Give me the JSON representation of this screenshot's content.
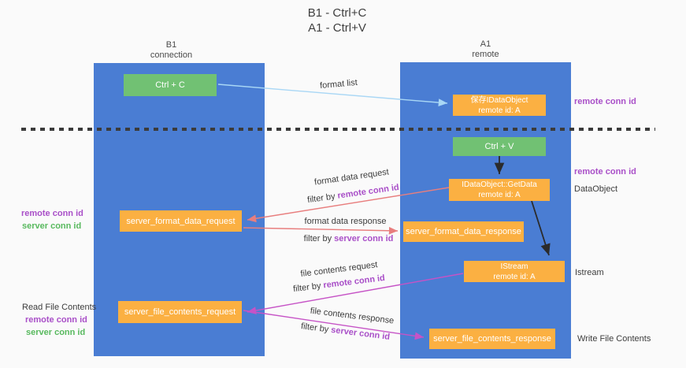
{
  "title": {
    "line1": "B1 - Ctrl+C",
    "line2": "A1 - Ctrl+V"
  },
  "lanes": {
    "left": {
      "name": "B1",
      "role": "connection"
    },
    "right": {
      "name": "A1",
      "role": "remote"
    }
  },
  "boxes": {
    "ctrl_c": {
      "label": "Ctrl + C"
    },
    "save_idataobject": {
      "line1": "保存IDataObject",
      "line2": "remote id: A"
    },
    "ctrl_v": {
      "label": "Ctrl + V"
    },
    "getdata": {
      "line1": "IDataObject::GetData",
      "line2": "remote id: A"
    },
    "format_request": {
      "label": "server_format_data_request"
    },
    "format_response": {
      "label": "server_format_data_response"
    },
    "istream": {
      "line1": "IStream",
      "line2": "remote id: A"
    },
    "file_request": {
      "label": "server_file_contents_request"
    },
    "file_response": {
      "label": "server_file_contents_response"
    }
  },
  "side_labels": {
    "top_right_conn": "remote conn id",
    "mid_right_conn": "remote conn id",
    "dataobject": "DataObject",
    "istream": "Istream",
    "write_file": "Write File Contents",
    "read_file": "Read File Contents",
    "left_mid_remote": "remote conn id",
    "left_mid_server": "server conn id",
    "left_bottom_remote": "remote conn id",
    "left_bottom_server": "server conn id"
  },
  "arrow_labels": {
    "format_list": "format list",
    "format_request": "format data request",
    "format_request_filter_prefix": "filter by ",
    "format_request_filter_key": "remote conn id",
    "format_response": "format data response",
    "format_response_filter_prefix": "filter by ",
    "format_response_filter_key": "server conn id",
    "file_request": "file contents request",
    "file_request_filter_prefix": "filter by ",
    "file_request_filter_key": "remote conn id",
    "file_response": "file contents response",
    "file_response_filter_prefix": "filter by ",
    "file_response_filter_key": "server conn id"
  },
  "colors": {
    "lane_blue": "#4a7dd3",
    "box_green": "#71c173",
    "box_orange": "#fbb042",
    "purple_text": "#a94fc8",
    "green_text": "#58b95e",
    "salmon_arrow": "#e87e7e",
    "magenta_arrow": "#c653c6",
    "lightblue_arrow": "#a9d7f5",
    "black_arrow": "#2b2b2b"
  }
}
